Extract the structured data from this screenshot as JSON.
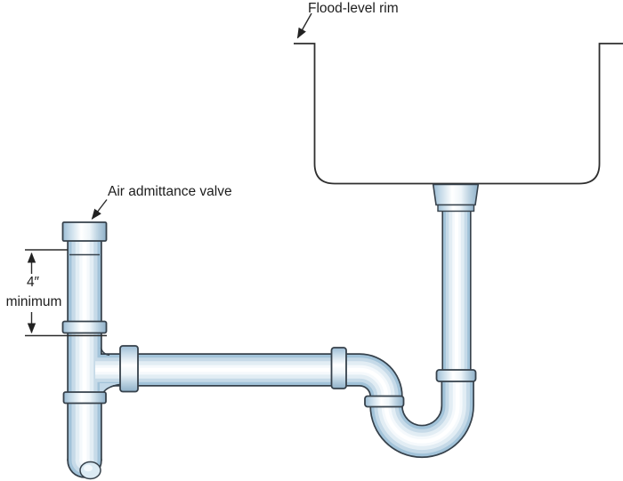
{
  "diagram": {
    "type": "plumbing-technical-illustration",
    "labels": {
      "flood_level_rim": "Flood-level rim",
      "air_admittance_valve": "Air admittance valve",
      "dimension_value": "4″",
      "dimension_qualifier": "minimum"
    },
    "colors": {
      "background": "#ffffff",
      "annotation_line": "#2b2b2b",
      "text": "#1d1d1d",
      "pipe_outline": "#36414b",
      "pipe_shade": "#a2c3d9",
      "pipe_mid": "#c6dae8",
      "pipe_highlight": "#ffffff"
    },
    "components": [
      {
        "name": "sink-basin"
      },
      {
        "name": "flood-level-rim"
      },
      {
        "name": "sink-drain-flange"
      },
      {
        "name": "tailpiece-pipe"
      },
      {
        "name": "p-trap"
      },
      {
        "name": "horizontal-drain-arm"
      },
      {
        "name": "slip-nut-couplings"
      },
      {
        "name": "sanitary-tee"
      },
      {
        "name": "vent-riser"
      },
      {
        "name": "air-admittance-valve-cap"
      },
      {
        "name": "drain-outlet-pipe"
      }
    ]
  }
}
